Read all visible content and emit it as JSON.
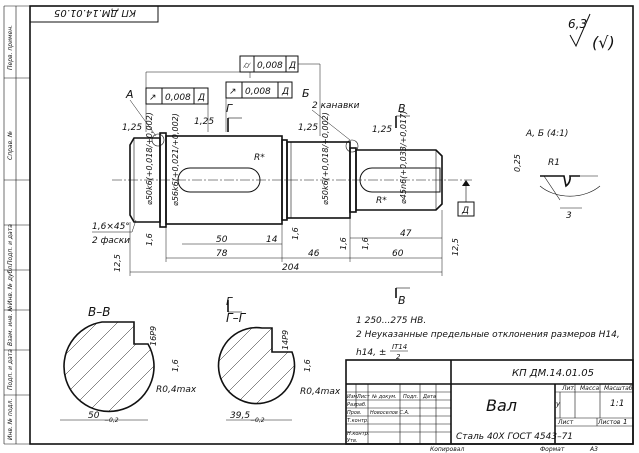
{
  "stamp_top": "КП ДМ.14.01.05",
  "roughness": {
    "general": "6,3",
    "other": "(√)"
  },
  "side_strip": [
    "Перв. примен.",
    "Справ. №",
    "Подп. и дата",
    "Инв. № дубл.",
    "Взам. инв. №",
    "Подп. и дата",
    "Инв. № подл."
  ],
  "drawing": {
    "callouts": {
      "A": "А",
      "B": "Б",
      "V": "В",
      "G": "Г",
      "detail": "А, Б (4:1)",
      "datum": "Д",
      "two_grooves": "2 канавки",
      "chamfer": "1,6×45°",
      "chamfers": "2 фаски",
      "r_star": "R*"
    },
    "tolerances": {
      "runout1": {
        "symbol": "↗",
        "value": "0,008",
        "datum": "Д"
      },
      "runout2": {
        "symbol": "↗",
        "value": "0,008",
        "datum": "Д"
      },
      "cyl1": {
        "symbol": "⌭",
        "value": "0,008",
        "datum": "Д"
      }
    },
    "diameters": {
      "d1": "⌀50k6(+0,018/+0,002)",
      "d2": "⌀56k6(+0,021/+0,002)",
      "d3": "⌀50k6(+0,018/+0,002)",
      "d4": "⌀45n6(+0,033/+0,017)"
    },
    "dims": {
      "r125a": "1,25",
      "r125b": "1,25",
      "r125c": "1,25",
      "r125d": "1,25",
      "len50": "50",
      "len14": "14",
      "len78": "78",
      "len46": "46",
      "len47": "47",
      "len60": "60",
      "len204": "204",
      "r16a": "1,6",
      "r16b": "1,6",
      "r16c": "1,6",
      "r16d": "1,6",
      "r125e": "12,5",
      "r125f": "12,5",
      "detail_r": "R1",
      "detail_3": "3",
      "detail_025": "0,25"
    },
    "sections": {
      "vv": {
        "title": "В–В",
        "key": "16P9",
        "r": "1,6",
        "fillet": "R0,4max",
        "dim": "50",
        "tol": "−0,2"
      },
      "gg": {
        "title": "Г–Г",
        "key": "14P9",
        "r": "1,6",
        "fillet": "R0,4max",
        "dim": "39,5",
        "tol": "−0,2"
      }
    },
    "notes": {
      "n1": "1  250...275 НВ.",
      "n2": "2  Неуказанные  предельные  отклонения  размеров  H14,",
      "n3": "h14, ±",
      "n3_frac_top": "IT14",
      "n3_frac_bot": "2"
    }
  },
  "title_block": {
    "doc_code": "КП ДМ.14.01.05",
    "part_name": "Вал",
    "material": "Сталь 40Х ГОСТ 4543–71",
    "headers": {
      "izm": "Изм.",
      "list": "Лист",
      "ndoc": "№ докум.",
      "podp": "Подп.",
      "data": "Дата"
    },
    "rows": {
      "razrab": "Разраб.",
      "prov": "Пров.",
      "tkontr": "Т.контр.",
      "nkontr": "Н.контр.",
      "utv": "Утв."
    },
    "checker_name": "Новоселов С.А.",
    "lit_label": "Лит.",
    "mass_label": "Масса",
    "scale_label": "Масштаб",
    "scale_value": "1:1",
    "sheet_label": "Лист",
    "sheets_label": "Листов",
    "sheets_value": "1",
    "lit_value": "у"
  },
  "footer": {
    "copied": "Копировал",
    "format": "Формат",
    "format_value": "А3"
  }
}
